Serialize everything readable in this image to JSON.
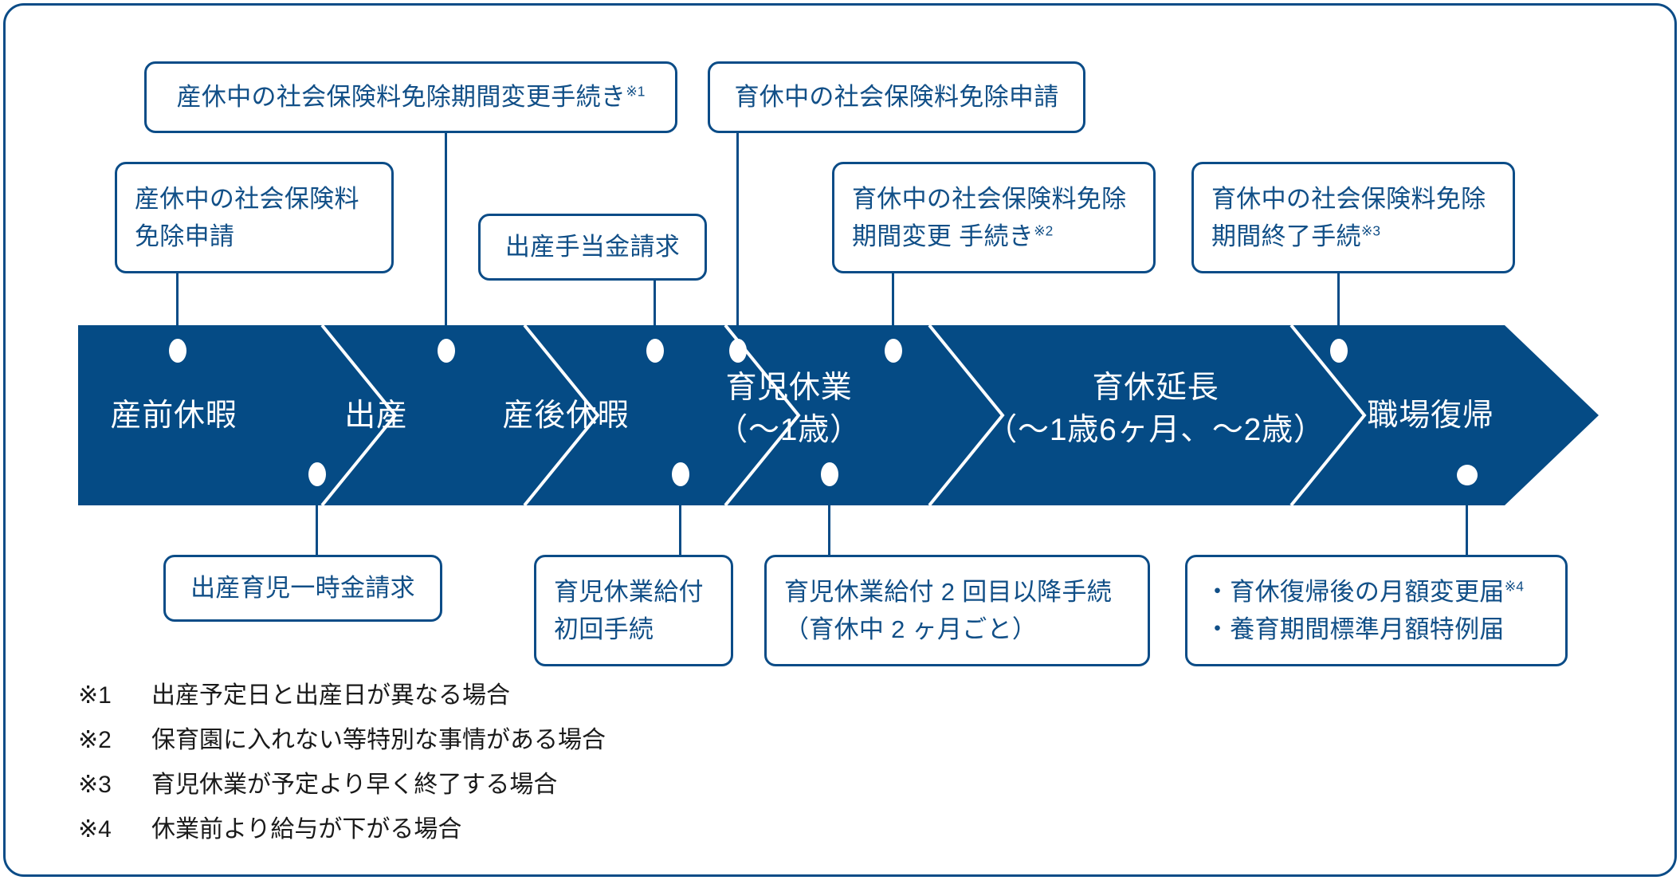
{
  "theme": {
    "bar_fill": "#054B85",
    "line_blue": "#0B4C87",
    "box_text_blue": "#114F87",
    "stage_text": "#FFFFFF",
    "note_text": "#1A1A1A",
    "page_background": "#FFFFFF"
  },
  "bar": {
    "stages": [
      {
        "id": "stage-1",
        "label_line1": "産前休暇",
        "label_line2": ""
      },
      {
        "id": "stage-2",
        "label_line1": "出産",
        "label_line2": ""
      },
      {
        "id": "stage-3",
        "label_line1": "産後休暇",
        "label_line2": ""
      },
      {
        "id": "stage-4",
        "label_line1": "育児休業",
        "label_line2": "（〜1歳）"
      },
      {
        "id": "stage-5",
        "label_line1": "育休延長",
        "label_line2": "（〜1歳6ヶ月、〜2歳）"
      },
      {
        "id": "stage-6",
        "label_line1": "職場復帰",
        "label_line2": ""
      }
    ]
  },
  "boxes_above": [
    {
      "id": "sanpo-shakaihoken-menjo-shinsei",
      "lines": [
        {
          "text": "産休中の社会保険料",
          "mark": ""
        },
        {
          "text": "免除申請",
          "mark": ""
        }
      ]
    },
    {
      "id": "sanpo-menjo-kikan-henko",
      "lines": [
        {
          "text": "産休中の社会保険料免除期間変更手続き",
          "mark": "※1"
        }
      ]
    },
    {
      "id": "shussan-teatekin-seikyu",
      "lines": [
        {
          "text": "出産手当金請求",
          "mark": ""
        }
      ]
    },
    {
      "id": "ikukyu-shakaihoken-menjo-shinsei",
      "lines": [
        {
          "text": "育休中の社会保険料免除申請",
          "mark": ""
        }
      ]
    },
    {
      "id": "ikukyu-menjo-kikan-henko",
      "lines": [
        {
          "text": "育休中の社会保険料免除",
          "mark": ""
        },
        {
          "text": "期間変更 手続き",
          "mark": "※2"
        }
      ]
    },
    {
      "id": "ikukyu-menjo-kikan-shuryo",
      "lines": [
        {
          "text": "育休中の社会保険料免除",
          "mark": ""
        },
        {
          "text": "期間終了手続",
          "mark": "※3"
        }
      ]
    }
  ],
  "boxes_below": [
    {
      "id": "shussan-ikuji-ichijikin-seikyu",
      "lines": [
        {
          "text": "出産育児一時金請求",
          "mark": ""
        }
      ]
    },
    {
      "id": "ikuji-kyugyo-kyufu-shokai",
      "lines": [
        {
          "text": "育児休業給付",
          "mark": ""
        },
        {
          "text": "初回手続",
          "mark": ""
        }
      ]
    },
    {
      "id": "ikuji-kyugyo-kyufu-nikaime",
      "lines": [
        {
          "text": "育児休業給付 2 回目以降手続",
          "mark": ""
        },
        {
          "text": "（育休中 2 ヶ月ごと）",
          "mark": ""
        }
      ]
    },
    {
      "id": "fukki-go-todoke",
      "lines": [
        {
          "text": "・育休復帰後の月額変更届",
          "mark": "※4"
        },
        {
          "text": "・養育期間標準月額特例届",
          "mark": ""
        }
      ]
    }
  ],
  "notes": [
    {
      "key": "※1",
      "text": "出産予定日と出産日が異なる場合"
    },
    {
      "key": "※2",
      "text": "保育園に入れない等特別な事情がある場合"
    },
    {
      "key": "※3",
      "text": "育児休業が予定より早く終了する場合"
    },
    {
      "key": "※4",
      "text": "休業前より給与が下がる場合"
    }
  ]
}
